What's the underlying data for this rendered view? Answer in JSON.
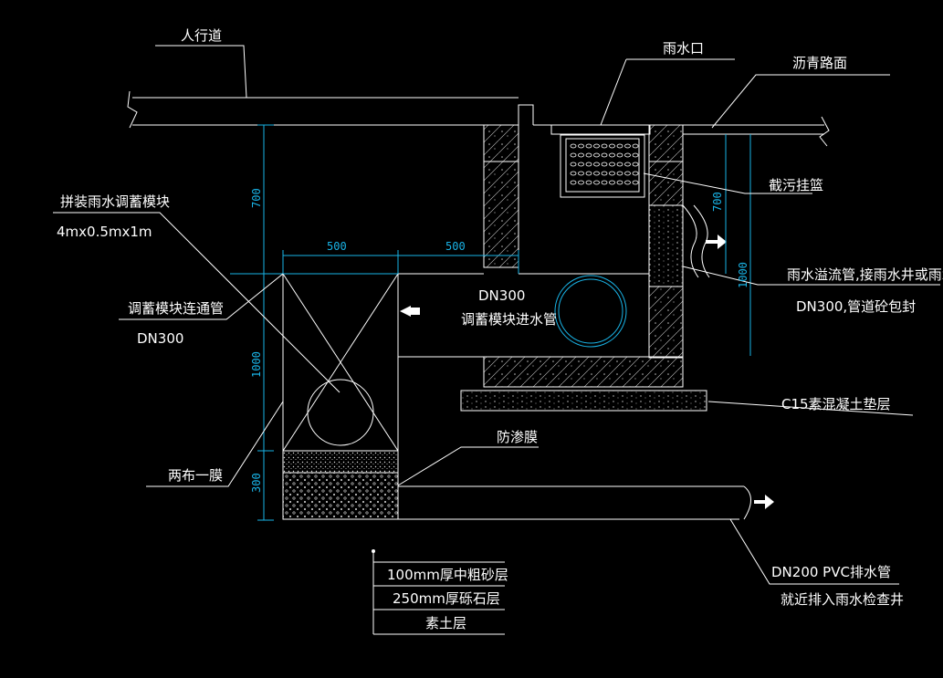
{
  "labels": {
    "sidewalk": "人行道",
    "rain_inlet": "雨水口",
    "asphalt": "沥青路面",
    "basket": "截污挂篮",
    "module_title": "拼装雨水调蓄模块",
    "module_size": "4mx0.5mx1m",
    "connect_pipe": "调蓄模块连通管",
    "connect_dn": "DN300",
    "inlet_dn": "DN300",
    "inlet_pipe": "调蓄模块进水管",
    "overflow": "雨水溢流管,接雨水井或雨水口",
    "overflow_dn": "DN300,管道砼包封",
    "cushion": "C15素混凝土垫层",
    "seepage": "防渗膜",
    "geotextile": "两布一膜",
    "layer1": "100mm厚中粗砂层",
    "layer2": "250mm厚砾石层",
    "layer3": "素土层",
    "drain_pipe": "DN200  PVC排水管",
    "drain_note": "就近排入雨水检查井"
  },
  "dims": {
    "d700_left": "700",
    "d500_a": "500",
    "d500_b": "500",
    "d1000_left": "1000",
    "d300": "300",
    "d700_right": "700",
    "d1000_right": "1000"
  }
}
